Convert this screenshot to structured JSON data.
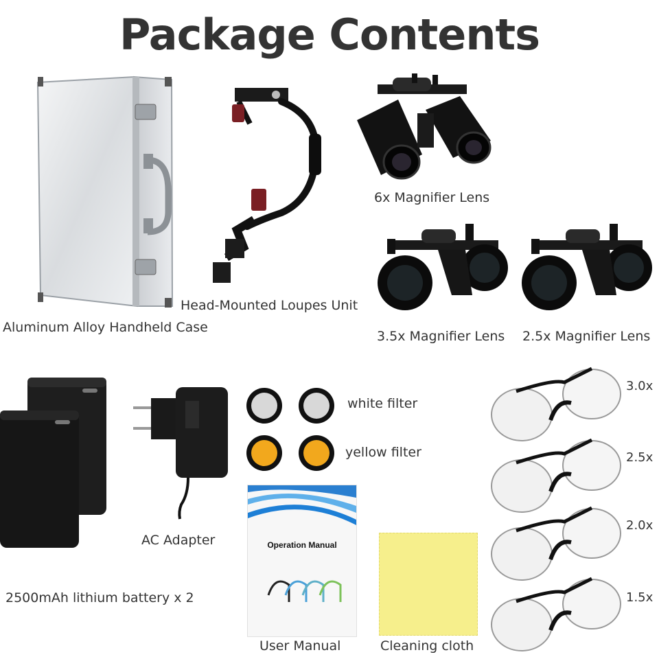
{
  "title": "Package Contents",
  "items": {
    "case": "Aluminum Alloy Handheld Case",
    "head_unit": "Head-Mounted Loupes Unit",
    "lens_6x": "6x Magnifier Lens",
    "lens_3_5x": "3.5x Magnifier Lens",
    "lens_2_5x": "2.5x Magnifier Lens",
    "battery": "2500mAh lithium battery  x 2",
    "adapter": "AC Adapter",
    "white_filter": "white filter",
    "yellow_filter": "yellow filter",
    "manual": "User Manual",
    "manual_cover_text": "Operation Manual",
    "cloth": "Cleaning cloth"
  },
  "clip_lenses": [
    "3.0x",
    "2.5x",
    "2.0x",
    "1.5x"
  ],
  "colors": {
    "white_filter": "#d8d8d8",
    "yellow_filter": "#f2a81d",
    "cloth": "#f6ef8c",
    "manual_wave": "#1d7fd6"
  }
}
